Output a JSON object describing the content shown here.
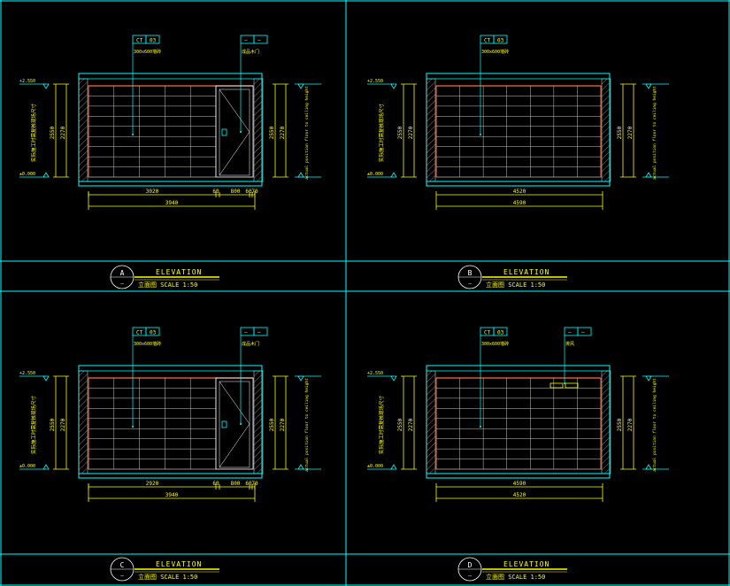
{
  "colors": {
    "background": "#000000",
    "frame": "#00ffff",
    "tile": "#c8c8c8",
    "ceiling": "#ff6a3c",
    "dimension": "#ffff00",
    "hatch": "#c0c0c0",
    "door": "#ffffff"
  },
  "sheets": [
    {
      "id": "A",
      "sub": "—",
      "title": "ELEVATION",
      "subtitle": "立面图  SCALE 1:50",
      "tag_left": {
        "code": "CT",
        "num": "03",
        "note": "300x600墙砖"
      },
      "tag_right": {
        "code": "—",
        "num": "—",
        "note": "成品木门"
      },
      "has_door": true,
      "has_vent": false,
      "height_dim_left": "2270",
      "height_dim_left_inner": "2550",
      "height_dim_right": "2550",
      "height_dim_right_inner": "2270",
      "level_top": "+2.550",
      "level_bottom": "±0.000",
      "left_note": "实际施工时需复核现场尺寸",
      "right_note": "actual position floor to ceiling height",
      "dim_row1": [
        "3020",
        "60",
        "800",
        "60",
        "70"
      ],
      "dim_row2": "3940"
    },
    {
      "id": "B",
      "sub": "—",
      "title": "ELEVATION",
      "subtitle": "立面图  SCALE 1:50",
      "tag_left": {
        "code": "CT",
        "num": "03",
        "note": "300x600墙砖"
      },
      "tag_right": null,
      "has_door": false,
      "has_vent": false,
      "height_dim_left": "2270",
      "height_dim_left_inner": "2550",
      "height_dim_right": "2550",
      "height_dim_right_inner": "2270",
      "level_top": "+2.550",
      "level_bottom": "±0.000",
      "left_note": "实际施工时需复核现场尺寸",
      "right_note": "actual position floor to ceiling height",
      "dim_row1": [
        "4520"
      ],
      "dim_row2": "4590"
    },
    {
      "id": "C",
      "sub": "—",
      "title": "ELEVATION",
      "subtitle": "立面图  SCALE 1:50",
      "tag_left": {
        "code": "CT",
        "num": "03",
        "note": "300x600墙砖"
      },
      "tag_right": {
        "code": "—",
        "num": "—",
        "note": "成品木门"
      },
      "has_door": true,
      "has_vent": false,
      "height_dim_left": "2270",
      "height_dim_left_inner": "2550",
      "height_dim_right": "2550",
      "height_dim_right_inner": "2270",
      "level_top": "+2.550",
      "level_bottom": "±0.000",
      "left_note": "实际施工时需复核现场尺寸",
      "right_note": "actual position floor to ceiling height",
      "dim_row1": [
        "2920",
        "60",
        "800",
        "60",
        "70"
      ],
      "dim_row2": "3940"
    },
    {
      "id": "D",
      "sub": "—",
      "title": "ELEVATION",
      "subtitle": "立面图  SCALE 1:50",
      "tag_left": {
        "code": "CT",
        "num": "03",
        "note": "300x600墙砖"
      },
      "tag_right": {
        "code": "—",
        "num": "—",
        "note": "排风"
      },
      "has_door": false,
      "has_vent": true,
      "height_dim_left": "2270",
      "height_dim_left_inner": "2550",
      "height_dim_right": "2550",
      "height_dim_right_inner": "2270",
      "level_top": "+2.550",
      "level_bottom": "±0.000",
      "left_note": "实际施工时需复核现场尺寸",
      "right_note": "actual position floor to ceiling height",
      "dim_row1": [
        "4590"
      ],
      "dim_row2": "4520"
    }
  ]
}
